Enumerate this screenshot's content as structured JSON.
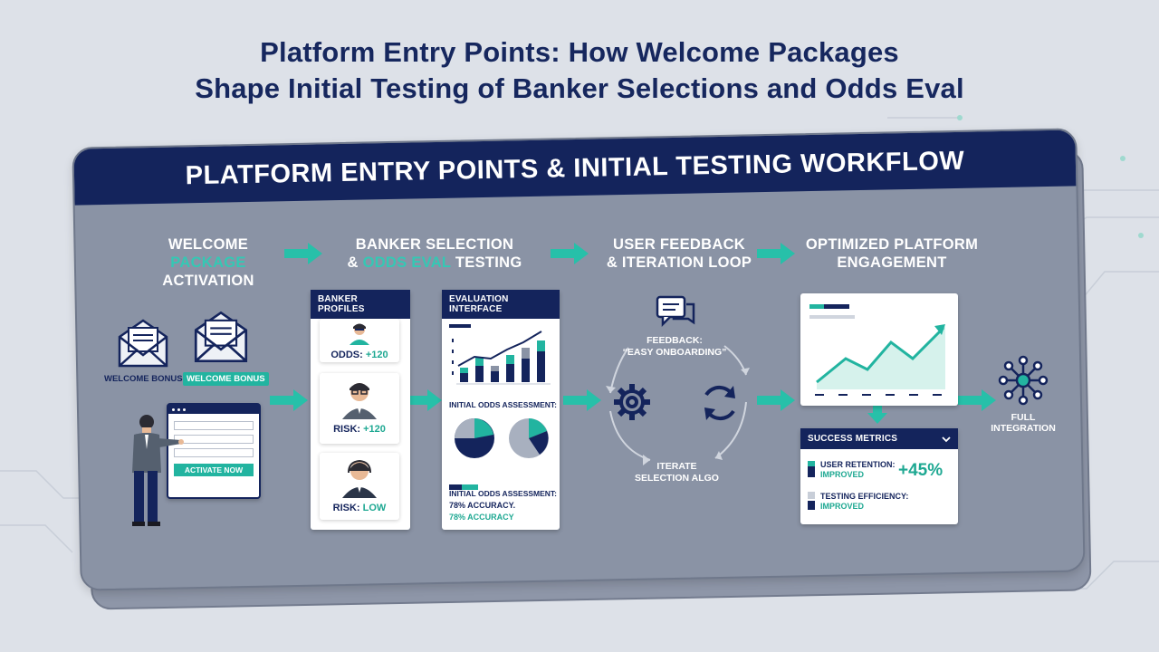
{
  "page_title_line1": "Platform Entry Points: How Welcome Packages",
  "page_title_line2": "Shape Initial Testing of Banker Selections and Odds Eval",
  "panel_title": "PLATFORM ENTRY POINTS & INITIAL TESTING WORKFLOW",
  "colors": {
    "navy": "#14245c",
    "teal": "#22b4a0",
    "panel": "#8a93a5"
  },
  "stage1": {
    "heading_line1": "WELCOME",
    "heading_line2": "PACKAGE",
    "heading_line3": "ACTIVATION",
    "envelope_label_1": "WELCOME BONUS",
    "envelope_label_2": "WELCOME BONUS",
    "activate_button": "ACTIVATE NOW"
  },
  "stage2": {
    "heading_line1": "BANKER SELECTION",
    "heading_line2a": "& ",
    "heading_line2b": "ODDS EVAL",
    "heading_line2c": " TESTING",
    "profiles_title": "BANKER PROFILES",
    "profiles": [
      {
        "label": "ODDS: ",
        "value": "+120"
      },
      {
        "label": "RISK: ",
        "value": "+120"
      },
      {
        "label": "RISK: ",
        "value": "LOW"
      }
    ],
    "eval_title": "EVALUATION INTERFACE",
    "assessment_1": "INITIAL ODDS ASSESSMENT:",
    "assessment_2": "INITIAL ODDS ASSESSMENT:",
    "accuracy_1": "78% ACCURACY.",
    "accuracy_2": "78% ACCURACY"
  },
  "stage3": {
    "heading_line1": "USER FEEDBACK",
    "heading_line2": "& ITERATION LOOP",
    "feedback_line1": "FEEDBACK:",
    "feedback_line2": "“EASY ONBOARDING”",
    "iterate_line1": "ITERATE",
    "iterate_line2": "SELECTION ALGO"
  },
  "stage4": {
    "heading_line1": "OPTIMIZED PLATFORM",
    "heading_line2": "ENGAGEMENT",
    "metrics_title": "SUCCESS METRICS",
    "metric1_label": "USER RETENTION:",
    "metric1_status": "IMPROVED",
    "metric1_value": "+45%",
    "metric2_label": "TESTING EFFICIENCY:",
    "metric2_status": "IMPROVED",
    "integration_line1": "FULL",
    "integration_line2": "INTEGRATION"
  },
  "icons": [
    "envelope-icon",
    "person-icon",
    "chat-icon",
    "gear-icon",
    "refresh-icon",
    "network-icon",
    "chevron-down-icon"
  ]
}
